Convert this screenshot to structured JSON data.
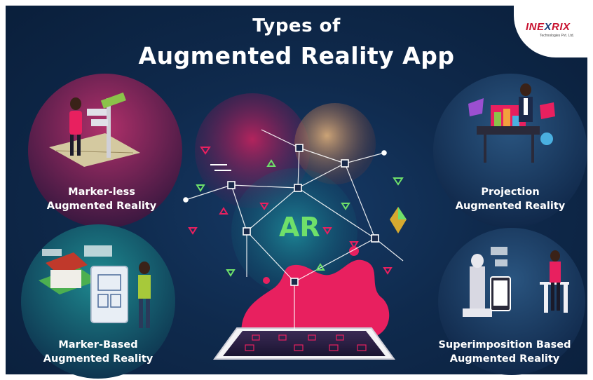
{
  "header": {
    "title_line1": "Types of",
    "title_line2": "Augmented Reality App"
  },
  "logo": {
    "brand_pre": "INE",
    "brand_x": "X",
    "brand_post": "RIX",
    "tagline": "Technologies Pvt. Ltd."
  },
  "center": {
    "badge": "AR"
  },
  "types": [
    {
      "line1": "Marker-less",
      "line2": "Augmented Reality"
    },
    {
      "line1": "Projection",
      "line2": "Augmented Reality"
    },
    {
      "line1": "Marker-Based",
      "line2": "Augmented Reality"
    },
    {
      "line1": "Superimposition Based",
      "line2": "Augmented Reality"
    }
  ],
  "colors": {
    "background": "#0f2a4d",
    "accent_pink": "#e8205f",
    "accent_green": "#6fe06a",
    "logo_red": "#c8102e"
  }
}
